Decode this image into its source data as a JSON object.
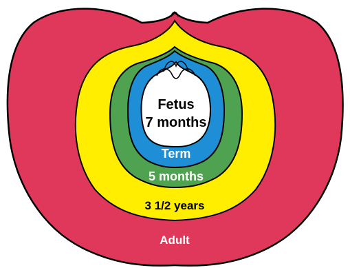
{
  "regions": [
    {
      "key": "adult",
      "label": "Adult",
      "fill": "#e0385b",
      "label_color": "#ffffff"
    },
    {
      "key": "three_half_years",
      "label": "3 1/2 years",
      "fill": "#ffee00",
      "label_color": "#000000"
    },
    {
      "key": "five_months",
      "label": "5 months",
      "fill": "#4fa24f",
      "label_color": "#ffffff"
    },
    {
      "key": "term",
      "label": "Term",
      "fill": "#1e8fd6",
      "label_color": "#ffffff"
    },
    {
      "key": "fetus_7_months",
      "label_lines": [
        "Fetus",
        "7 months"
      ],
      "fill": "#ffffff",
      "label_color": "#000000"
    }
  ],
  "outline_color": "#000000"
}
